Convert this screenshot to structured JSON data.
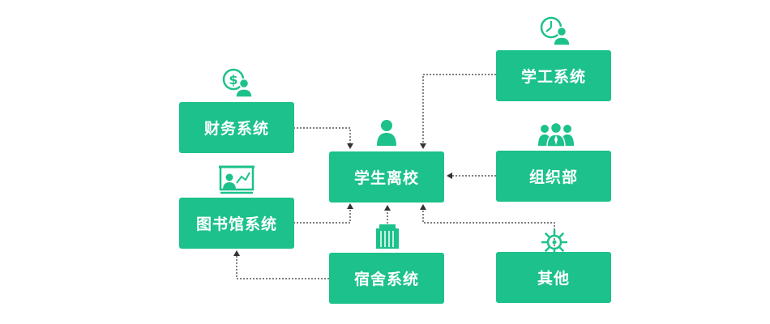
{
  "diagram": {
    "accent_color": "#1cc18b",
    "connector_color": "#333333",
    "nodes": {
      "center": {
        "label": "学生离校",
        "icon": "person-icon"
      },
      "finance": {
        "label": "财务系统",
        "icon": "money-user-icon"
      },
      "library": {
        "label": "图书馆系统",
        "icon": "presentation-board-icon"
      },
      "dorm": {
        "label": "宿舍系统",
        "icon": "building-icon"
      },
      "student_affairs": {
        "label": "学工系统",
        "icon": "clock-user-icon"
      },
      "organization": {
        "label": "组织部",
        "icon": "group-icon"
      },
      "other": {
        "label": "其他",
        "icon": "settings-wheel-icon"
      }
    },
    "edges": [
      {
        "from": "finance",
        "to": "center"
      },
      {
        "from": "library",
        "to": "center"
      },
      {
        "from": "dorm",
        "to": "center"
      },
      {
        "from": "dorm",
        "to": "library"
      },
      {
        "from": "student_affairs",
        "to": "center"
      },
      {
        "from": "organization",
        "to": "center"
      },
      {
        "from": "other",
        "to": "center"
      }
    ]
  }
}
